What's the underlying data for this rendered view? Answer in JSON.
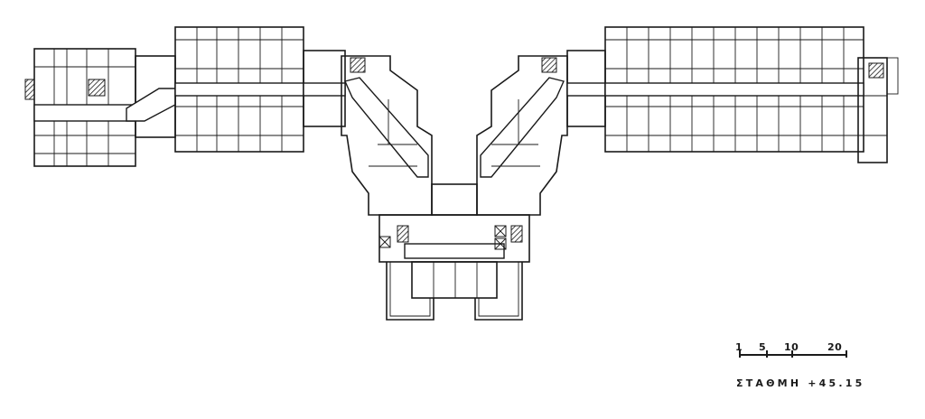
{
  "scale": {
    "labels": [
      "1",
      "5",
      "10",
      "20"
    ]
  },
  "level_label": "ΣΤΑΘΜΗ +45.15"
}
